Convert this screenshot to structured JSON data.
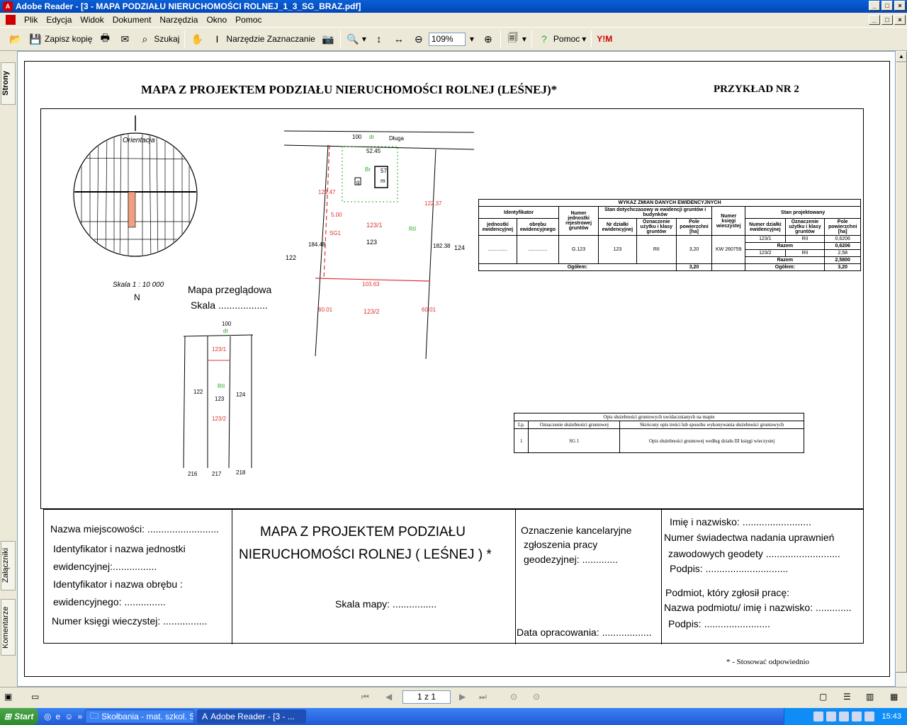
{
  "window": {
    "title": "Adobe Reader - [3 - MAPA PODZIAŁU NIERUCHOMOŚCI ROLNEJ_1_3_SG_BRAZ.pdf]",
    "minimize": "_",
    "maximize": "□",
    "close": "×"
  },
  "menu": [
    "Plik",
    "Edycja",
    "Widok",
    "Dokument",
    "Narzędzia",
    "Okno",
    "Pomoc"
  ],
  "toolbar": {
    "save_copy": "Zapisz kopię",
    "search": "Szukaj",
    "select_tool": "Narzędzie Zaznaczanie",
    "zoom": "109%",
    "help": "Pomoc",
    "ymi": "Y!M"
  },
  "side_tabs": [
    "Strony",
    "Załączniki",
    "Komentarze"
  ],
  "nav": {
    "page": "1 z 1"
  },
  "taskbar": {
    "start": "Start",
    "tasks": [
      "Skołbania - mat. szkol. S...",
      "Adobe Reader - [3 - ..."
    ],
    "clock": "15:43"
  },
  "doc": {
    "header_title": "MAPA Z PROJEKTEM PODZIAŁU NIERUCHOMOŚCI ROLNEJ (LEŚNEJ)*",
    "header_example": "PRZYKŁAD NR 2",
    "orientation": "Orientacja",
    "scale_10000": "Skala 1 : 10 000",
    "overview_map": "Mapa przeglądowa",
    "overview_scale": "Skala ..................",
    "main_map": {
      "road_number": "100",
      "road_dr": "dr",
      "road_name": "Długa",
      "d1": "52.45",
      "bldg_br": "Br",
      "bldg_57": "57",
      "bldg_m": "m",
      "bldg_g": "g",
      "d_124_47": "124.47",
      "d_5": "5.00",
      "sg1": "SG1",
      "p1231": "123/1",
      "rii": "RII",
      "p123": "123",
      "d_122_37": "122.37",
      "d_184_48": "184.48",
      "d_182_38": "182.38",
      "n122": "122",
      "n124": "124",
      "d_103_63": "103.63",
      "d_60_01a": "60.01",
      "d_60_01b": "60.01",
      "p1232": "123/2"
    },
    "overview": {
      "n100": "100",
      "dr": "dr",
      "p1231": "123/1",
      "n122": "122",
      "rii": "RII",
      "n123": "123",
      "n124": "124",
      "p1232": "123/2",
      "n216": "216",
      "n217": "217",
      "n218": "218"
    },
    "ewid": {
      "caption": "WYKAZ ZMIAN DANYCH EWIDENCYJNYCH",
      "identyfikator": "Identyfikator",
      "numer_jed": "Numer jednostki rejestrowej gruntów",
      "stan_dot": "Stan dotychczasowy w ewidencji gruntów i budynków",
      "numer_kw": "Numer księgi wieczystej",
      "stan_proj": "Stan projektowany",
      "jed_ewid": "jednostki ewidencyjnej",
      "obrebu": "obrębu ewidencyjnego",
      "nr_dzialki": "Nr działki ewidencyjnej",
      "oznaczenie": "Oznaczenie użytku i klasy gruntów",
      "pole": "Pole powierzchni [ha]",
      "numer_dz": "Numer działki ewidencyjnej",
      "oznaczenie2": "Oznaczenie użytku i klasy gruntów",
      "pole2": "Pole powierzchni [ha]",
      "dots1": "..............",
      "dots2": "..............",
      "g123": "G.123",
      "n123": "123",
      "rii": "RII",
      "area": "3,20",
      "kw": "KW 260759",
      "r1_nr": "123/1",
      "r1_klasa": "RII",
      "r1_pole": "0,6206",
      "razem": "Razem",
      "razem1": "0,6206",
      "r2_nr": "123/2",
      "r2_klasa": "RII",
      "r2_pole": "2,58",
      "razem2": "2,5800",
      "ogolem": "Ogółem:",
      "ogolem_val": "3,20",
      "ogolem2": "Ogółem:",
      "ogolem2_val": "3,20"
    },
    "opis": {
      "caption": "Opis służebności gruntowych uwidacznianych na mapie",
      "lp": "Lp.",
      "oznaczenie": "Oznaczenie służebności gruntowej",
      "skrocony": "Skrócony opis treści lub sposobu wykonywania służebności gruntowych",
      "r_lp": "1",
      "r_sg": "SG 1",
      "r_opis": "Opis służebności gruntowej według działu III księgi wieczystej"
    },
    "footer": {
      "nazwa_miejsc": "Nazwa miejscowości: ..........................",
      "ident_jedn1": "Identyfikator i nazwa jednostki",
      "ident_jedn2": "ewidencyjnej:................",
      "ident_obr1": "Identyfikator i nazwa obrębu :",
      "ident_obr2": "ewidencyjnego: ...............",
      "numer_kw": "Numer księgi wieczystej: ................",
      "title1": "MAPA  Z PROJEKTEM PODZIAŁU",
      "title2": "NIERUCHOMOŚCI ROLNEJ ( LEŚNEJ ) *",
      "skala": "Skala mapy: ................",
      "ozn1": "Oznaczenie kancelaryjne",
      "ozn2": "zgłoszenia pracy",
      "ozn3": "geodezyjnej: .............",
      "data": "Data opracowania: ..................",
      "imie": "Imię i nazwisko: .........................",
      "numer_sw1": "Numer świadectwa nadania uprawnień",
      "numer_sw2": "zawodowych geodety ...........................",
      "podpis1": "Podpis: ..............................",
      "podmiot": "Podmiot, który zgłosił pracę:",
      "nazwa_podm": "Nazwa podmiotu/ imię i nazwisko: .............",
      "podpis2": "Podpis: ........................",
      "stosowac": "* - Stosować odpowiednio"
    }
  }
}
